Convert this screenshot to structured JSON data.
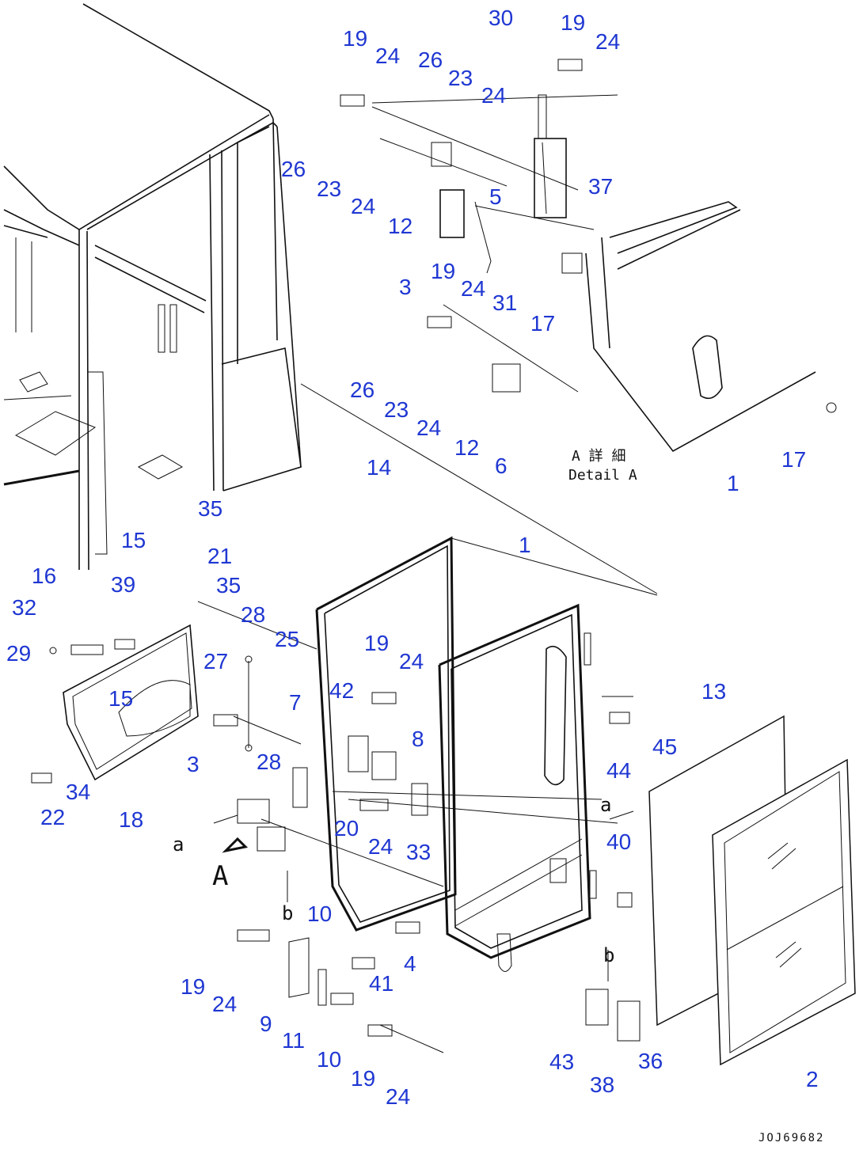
{
  "diagram": {
    "callouts": [
      "30",
      "19",
      "24",
      "19",
      "24",
      "26",
      "23",
      "24",
      "26",
      "23",
      "24",
      "12",
      "5",
      "37",
      "3",
      "19",
      "24",
      "31",
      "17",
      "26",
      "23",
      "24",
      "12",
      "6",
      "1",
      "17",
      "14",
      "1",
      "35",
      "15",
      "21",
      "16",
      "39",
      "35",
      "32",
      "28",
      "25",
      "29",
      "27",
      "7",
      "15",
      "19",
      "24",
      "42",
      "8",
      "13",
      "3",
      "28",
      "45",
      "44",
      "22",
      "34",
      "18",
      "20",
      "24",
      "33",
      "40",
      "10",
      "4",
      "41",
      "19",
      "24",
      "9",
      "11",
      "10",
      "19",
      "24",
      "43",
      "38",
      "36",
      "2"
    ],
    "detail_label_jp": "A 詳 細",
    "detail_label_en": "Detail A",
    "view_letters": [
      "a",
      "A",
      "b",
      "a",
      "b"
    ],
    "drawing_code": "JOJ69682"
  },
  "colors": {
    "callout": "#1f37d2",
    "line": "#111111",
    "background": "#ffffff"
  }
}
